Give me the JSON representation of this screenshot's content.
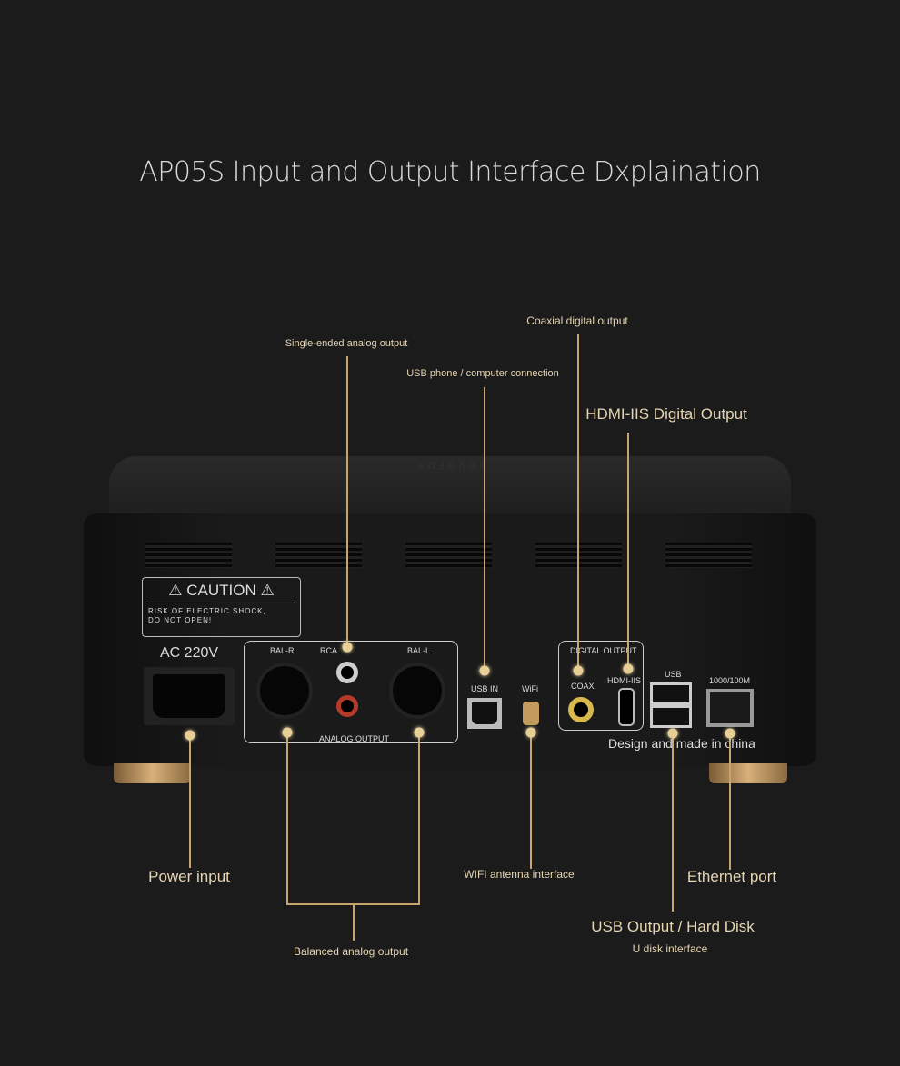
{
  "title": "AP05S Input and Output Interface Dxplaination",
  "device": {
    "brand_mark": "XOVOFOX",
    "caution": "CAUTION",
    "caution_text_1": "RISK OF ELECTRIC SHOCK,",
    "caution_text_2": "DO NOT OPEN!",
    "ac": "AC 220V",
    "bal_r": "BAL-R",
    "rca": "RCA",
    "bal_l": "BAL-L",
    "analog_output": "ANALOG OUTPUT",
    "usb_in": "USB IN",
    "wifi": "WiFi",
    "digital_output": "DIGITAL OUTPUT",
    "coax": "COAX",
    "hdmi_iis": "HDMI-IIS",
    "usb": "USB",
    "ethernet": "1000/100M",
    "made_in": "Design and made in china"
  },
  "callouts": {
    "single_ended": "Single-ended analog output",
    "usb_phone": "USB phone / computer connection",
    "coaxial": "Coaxial digital output",
    "hdmi": "HDMI-IIS Digital Output",
    "power": "Power input",
    "balanced": "Balanced analog output",
    "wifi": "WIFI antenna interface",
    "usb_output": "USB Output / Hard Disk",
    "u_disk": "U disk interface",
    "ethernet": "Ethernet port"
  }
}
